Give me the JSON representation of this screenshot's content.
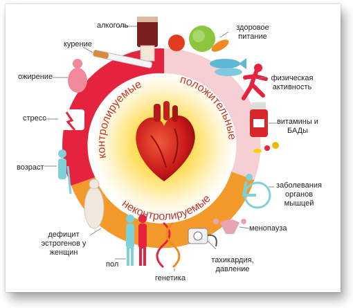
{
  "ring": {
    "controllable": "контролируемые",
    "positive": "положительные",
    "uncontrollable": "неконтролируемые"
  },
  "factors": {
    "alcohol": "алкоголь",
    "smoking": "курение",
    "obesity": "ожирение",
    "stress": "стресс",
    "age": "возраст",
    "estrogen": "дефицит эстрогенов у женщин",
    "sex": "пол",
    "genetics": "генетика",
    "tachycardia": "тахикардия, давление",
    "menopause": "менопауза",
    "muscle": "заболевания органов мышцей",
    "vitamins": "витамины и БАДы",
    "activity": "физическая активность",
    "nutrition": "здоровое питание"
  },
  "colors": {
    "red": "#e6233f",
    "orange": "#f39a2a",
    "pink": "#f1c1c4",
    "heart": "#d8261c",
    "glow": "#ffd200",
    "text_accent": "#c0392b"
  }
}
